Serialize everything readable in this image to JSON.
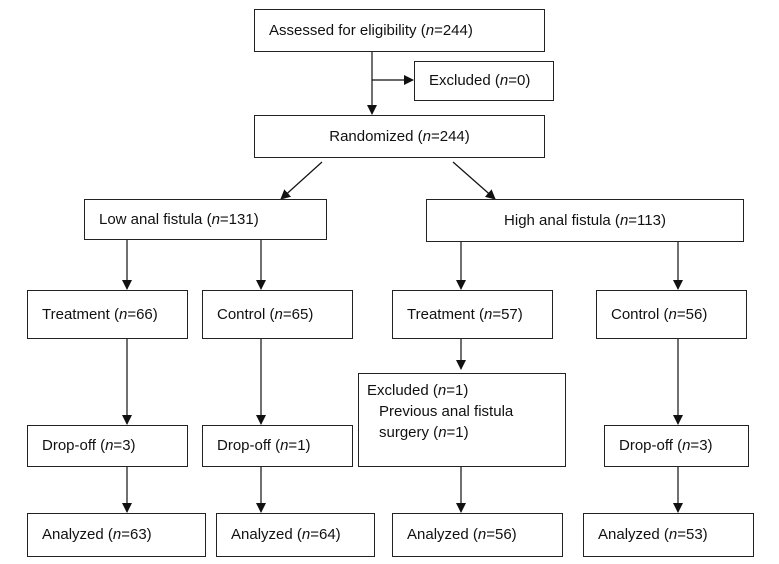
{
  "boxes": {
    "assessed": {
      "label": "Assessed for eligibility (",
      "n": "244"
    },
    "excluded_top": {
      "label": "Excluded (",
      "n": "0"
    },
    "randomized": {
      "label": "Randomized (",
      "n": "244"
    },
    "low": {
      "label": "Low anal fistula (",
      "n": "131"
    },
    "high": {
      "label": "High anal fistula (",
      "n": "113"
    },
    "low_treatment": {
      "label": "Treatment (",
      "n": "66"
    },
    "low_control": {
      "label": "Control (",
      "n": "65"
    },
    "high_treatment": {
      "label": "Treatment (",
      "n": "57"
    },
    "high_control": {
      "label": "Control (",
      "n": "56"
    },
    "low_treatment_drop": {
      "label": "Drop-off (",
      "n": "3"
    },
    "low_control_drop": {
      "label": "Drop-off (",
      "n": "1"
    },
    "high_treatment_excluded": {
      "label": "Excluded (",
      "n": "1",
      "reason_line1": "Previous anal fistula",
      "reason_line2": "surgery (",
      "reason_n": "1"
    },
    "high_control_drop": {
      "label": "Drop-off (",
      "n": "3"
    },
    "low_treatment_analyzed": {
      "label": "Analyzed (",
      "n": "63"
    },
    "low_control_analyzed": {
      "label": "Analyzed (",
      "n": "64"
    },
    "high_treatment_analyzed": {
      "label": "Analyzed (",
      "n": "56"
    },
    "high_control_analyzed": {
      "label": "Analyzed (",
      "n": "53"
    }
  },
  "n_symbol": "n",
  "eq": "=",
  "close": ")"
}
